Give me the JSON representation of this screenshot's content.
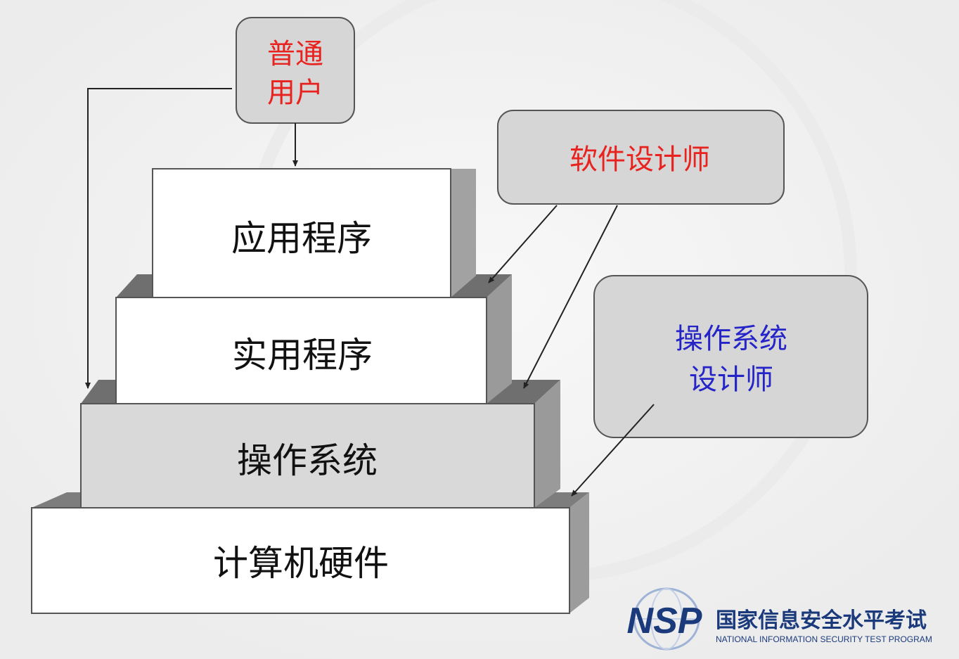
{
  "layers": {
    "application": "应用程序",
    "utility": "实用程序",
    "os": "操作系统",
    "hardware": "计算机硬件"
  },
  "roles": {
    "user_line1": "普通",
    "user_line2": "用户",
    "software_designer": "软件设计师",
    "os_designer_line1": "操作系统",
    "os_designer_line2": "设计师"
  },
  "logo": {
    "mark": "NSP",
    "title": "国家信息安全水平考试",
    "subtitle": "NATIONAL INFORMATION SECURITY TEST PROGRAM"
  },
  "colors": {
    "user_text": "#e8231f",
    "software_text": "#e8231f",
    "os_designer_text": "#2424c8",
    "box_fill": "#d6d6d6",
    "layer_shadow": "#8a8a8a",
    "logo": "#1a3a7c"
  }
}
